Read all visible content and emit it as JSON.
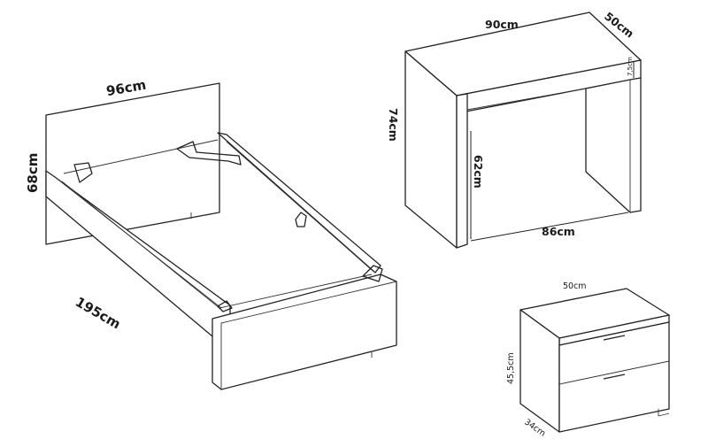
{
  "bed": {
    "width_label": "96cm",
    "height_label": "68cm",
    "length_label": "195cm"
  },
  "desk": {
    "width_label": "90cm",
    "depth_label": "50cm",
    "height_label": "74cm",
    "inner_height_label": "62cm",
    "inner_width_label": "86cm",
    "drawer_height_label": "7,5cm"
  },
  "nightstand": {
    "width_label": "50cm",
    "height_label": "45,5cm",
    "depth_label": "34cm"
  }
}
